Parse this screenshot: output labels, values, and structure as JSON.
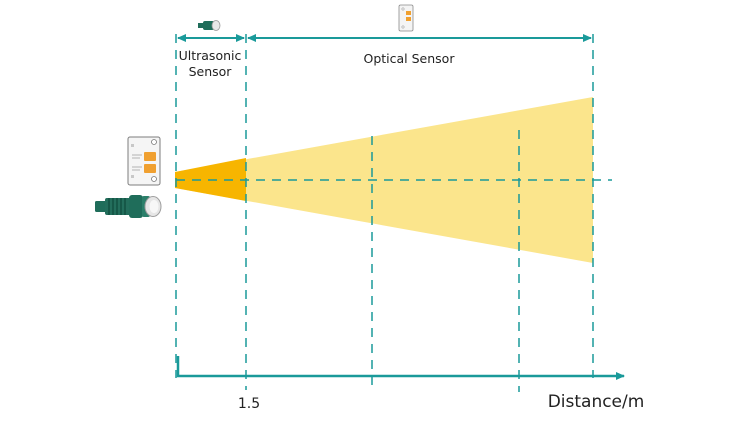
{
  "labels": {
    "ultrasonic_line1": "Ultrasonic",
    "ultrasonic_line2": "Sensor",
    "optical": "Optical Sensor",
    "tick": "1.5",
    "axis": "Distance/m"
  },
  "icons": {
    "ultrasonic_small": "ultrasonic-sensor-icon",
    "optical_small": "optical-sensor-icon",
    "optical_large": "optical-sensor-panel-icon",
    "ultrasonic_large": "ultrasonic-sensor-icon"
  },
  "colors": {
    "teal": "#1a9a9a",
    "beam_light": "#fbe58c",
    "beam_dark": "#f7b500",
    "sensor_green": "#1f6d5a"
  }
}
